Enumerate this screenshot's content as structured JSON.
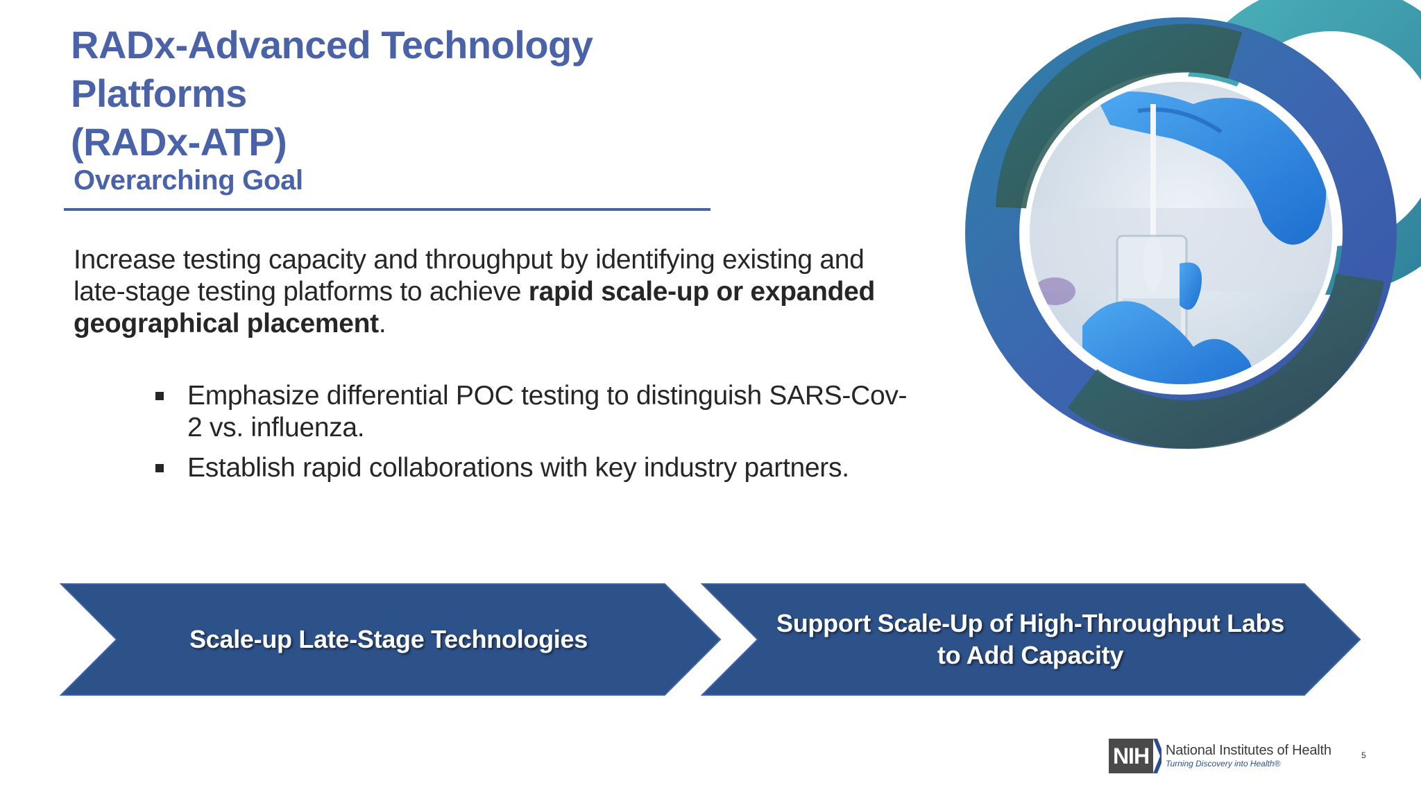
{
  "slide": {
    "title_line1": "RADx-Advanced Technology Platforms",
    "title_line2": "(RADx-ATP)",
    "goal_heading": "Overarching Goal",
    "goal_text": {
      "part1": "Increase testing capacity and throughput by identifying existing and late-stage testing platforms to achieve ",
      "bold1": "rapid scale-up or expanded geographical placement",
      "part2": "."
    },
    "bullets": [
      "Emphasize differential POC testing to distinguish SARS-Cov-2 vs. influenza.",
      "Establish rapid collaborations with key industry partners."
    ],
    "arrows": [
      "Scale-up Late-Stage Technologies",
      "Support Scale-Up of High-Throughput Labs to Add Capacity"
    ],
    "page_number": "5"
  },
  "footer_logo": {
    "mark": "NIH",
    "name": "National Institutes of Health",
    "tagline": "Turning Discovery into Health®"
  },
  "colors": {
    "title_blue": "#4a62a8",
    "arrow_blue": "#2d5189",
    "text_dark": "#262626"
  },
  "icons": {
    "bullet": "square-bullet-icon",
    "photo": "lab-swab-photo",
    "decoration": "ring-decoration"
  }
}
